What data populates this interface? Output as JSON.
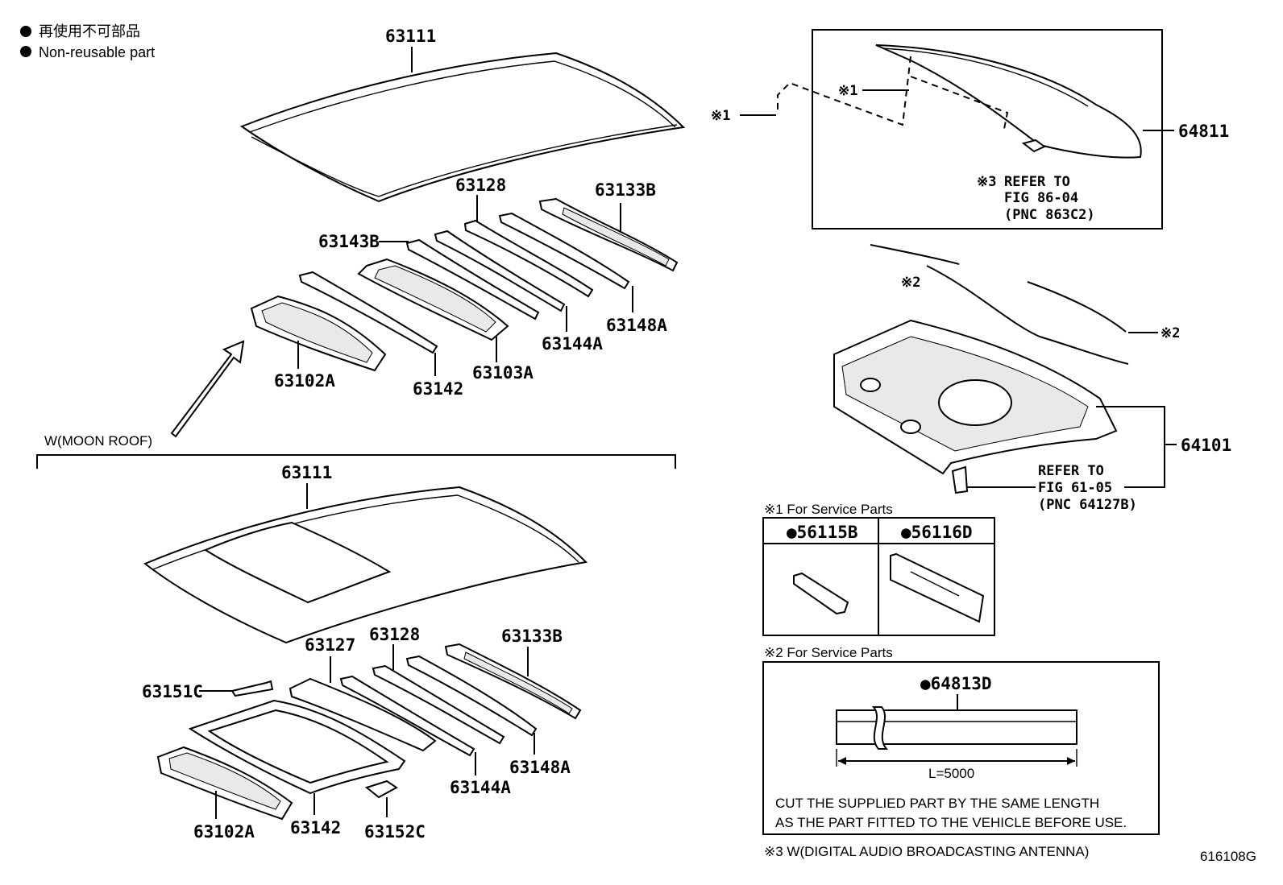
{
  "legend": {
    "line1": "再使用不可部品",
    "line2": "Non-reusable part"
  },
  "upper": {
    "roof_panel": "63111",
    "part_63128": "63128",
    "part_63133B": "63133B",
    "part_63143B": "63143B",
    "part_63148A": "63148A",
    "part_63144A": "63144A",
    "part_63103A": "63103A",
    "part_63142": "63142",
    "part_63102A": "63102A"
  },
  "moon_roof": {
    "label": "W(MOON ROOF)",
    "roof_panel": "63111",
    "part_63127": "63127",
    "part_63128": "63128",
    "part_63133B": "63133B",
    "part_63151C": "63151C",
    "part_63148A": "63148A",
    "part_63144A": "63144A",
    "part_63102A": "63102A",
    "part_63142": "63142",
    "part_63152C": "63152C"
  },
  "back_window": {
    "mark1": "※1",
    "mark1_inner": "※1",
    "part": "64811",
    "refer_mark": "※3",
    "refer_line1": "REFER TO",
    "refer_line2": "FIG 86-04",
    "refer_line3": "(PNC 863C2)"
  },
  "package_tray": {
    "mark2_a": "※2",
    "mark2_b": "※2",
    "part": "64101",
    "refer_line1": "REFER TO",
    "refer_line2": "FIG 61-05",
    "refer_line3": "(PNC 64127B)"
  },
  "service1": {
    "title": "※1 For Service Parts",
    "col1": "●56115B",
    "col2": "●56116D"
  },
  "service2": {
    "title": "※2 For Service Parts",
    "part": "●64813D",
    "length": "L=5000",
    "note_line1": "CUT THE SUPPLIED PART BY THE SAME LENGTH",
    "note_line2": "AS THE PART FITTED TO THE VEHICLE BEFORE USE."
  },
  "footnote3": "※3 W(DIGITAL AUDIO BROADCASTING ANTENNA)",
  "figure_id": "616108G"
}
